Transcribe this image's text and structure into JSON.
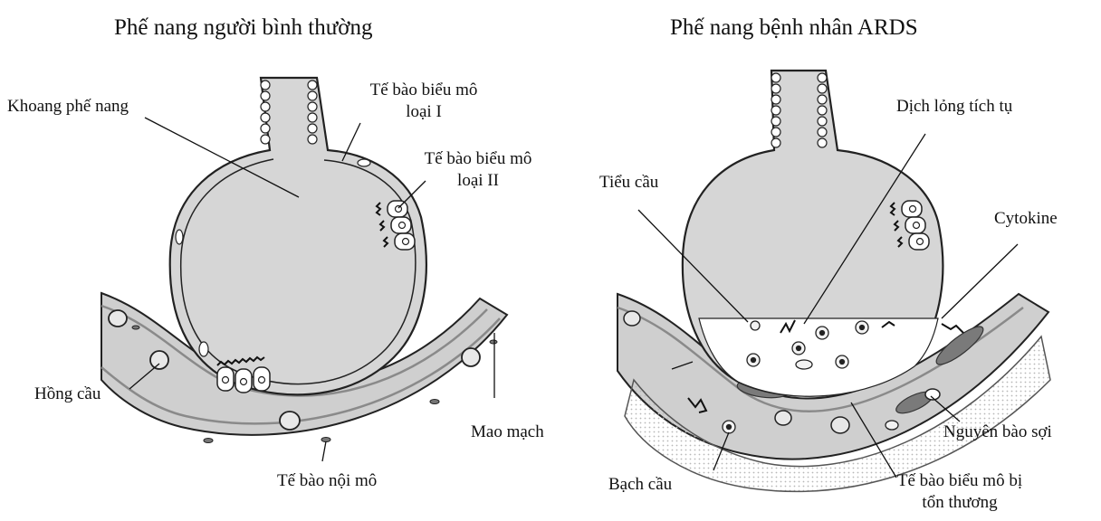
{
  "left_panel": {
    "title": "Phế nang người bình thường",
    "labels": {
      "alveolar_space": "Khoang phế nang",
      "type1_line1": "Tế bào biểu mô",
      "type1_line2": "loại I",
      "type2_line1": "Tế bào biểu mô",
      "type2_line2": "loại II",
      "rbc": "Hồng cầu",
      "capillary": "Mao mạch",
      "endothelial": "Tế bào nội mô"
    }
  },
  "right_panel": {
    "title": "Phế nang bệnh nhân ARDS",
    "labels": {
      "fluid": "Dịch lỏng tích tụ",
      "platelet": "Tiểu cầu",
      "cytokine": "Cytokine",
      "fibroblast": "Nguyên bào sợi",
      "leukocyte": "Bạch cầu",
      "damaged_line1": "Tế bào biểu mô bị",
      "damaged_line2": "tổn thương"
    }
  },
  "colors": {
    "ink": "#111111",
    "alveolus_fill": "#d6d6d6",
    "vessel_fill": "#cfcfcf",
    "cell_dark": "#7a7a7a"
  }
}
